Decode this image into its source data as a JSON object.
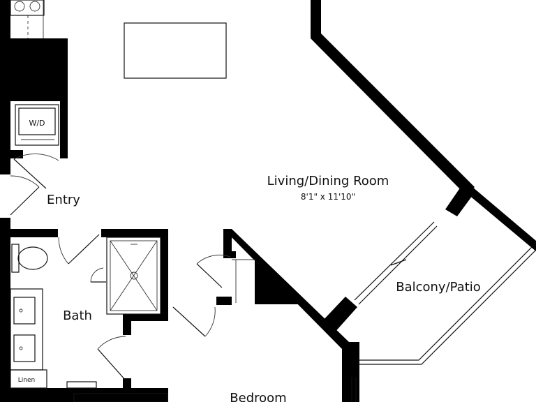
{
  "rooms": {
    "living": {
      "name": "Living/Dining Room",
      "dims": "8'1\" x 11'10\""
    },
    "entry": {
      "name": "Entry"
    },
    "balcony": {
      "name": "Balcony/Patio"
    },
    "bath": {
      "name": "Bath"
    },
    "bedroom": {
      "name": "Bedroom"
    }
  },
  "fixtures": {
    "washer_dryer": "W/D",
    "linen": "Linen"
  },
  "colors": {
    "wall": "#000000",
    "line": "#111111",
    "background": "#ffffff"
  }
}
